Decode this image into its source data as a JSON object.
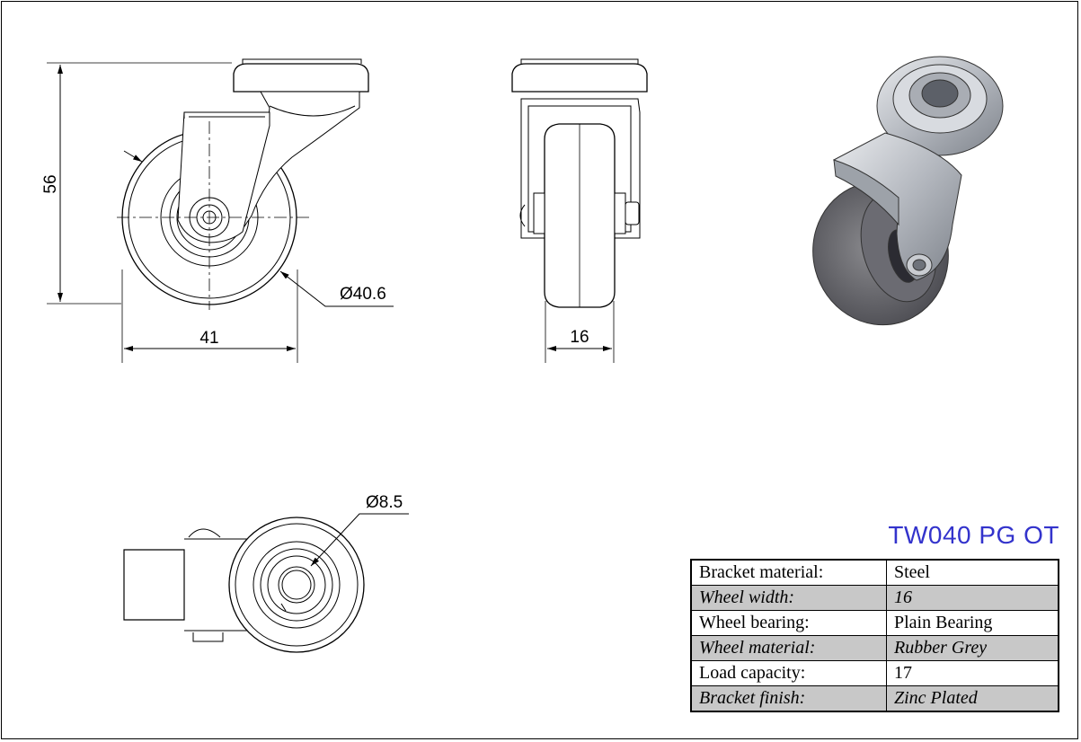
{
  "part_number": "TW040 PG OT",
  "dimensions": {
    "height": "56",
    "width": "41",
    "wheel_diameter": "Ø40.6",
    "wheel_width": "16",
    "bolt_hole": "Ø8.5"
  },
  "colors": {
    "part_number": "#3333cc",
    "table_alt_row": "#c8c8c8",
    "line": "#000000"
  },
  "specs": [
    {
      "label": "Bracket material:",
      "value": "Steel"
    },
    {
      "label": "Wheel width:",
      "value": "16"
    },
    {
      "label": "Wheel bearing:",
      "value": "Plain Bearing"
    },
    {
      "label": "Wheel material:",
      "value": "Rubber Grey"
    },
    {
      "label": "Load capacity:",
      "value": "17"
    },
    {
      "label": "Bracket finish:",
      "value": "Zinc Plated"
    }
  ]
}
